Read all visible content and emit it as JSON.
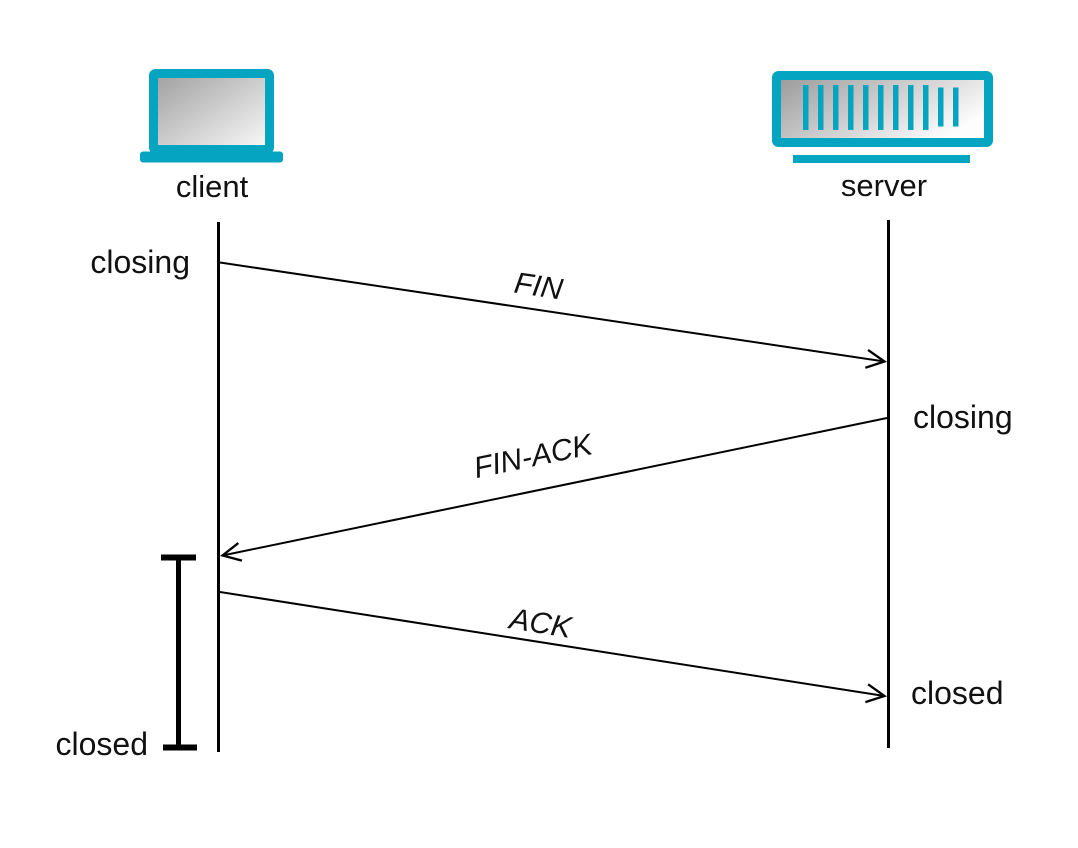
{
  "colors": {
    "accent": "#05a4c0",
    "line": "#000000",
    "text": "#111111",
    "background": "#ffffff"
  },
  "actors": [
    {
      "label": "client",
      "icon": "laptop-icon"
    },
    {
      "label": "server",
      "icon": "server-icon"
    }
  ],
  "states": [
    {
      "label": "closing",
      "actor": "client",
      "side": "left"
    },
    {
      "label": "closing",
      "actor": "server",
      "side": "right"
    },
    {
      "label": "closed",
      "actor": "server",
      "side": "right"
    },
    {
      "label": "closed",
      "actor": "client",
      "side": "left"
    }
  ],
  "messages": [
    {
      "label": "FIN",
      "from": "client",
      "to": "server"
    },
    {
      "label": "FIN-ACK",
      "from": "server",
      "to": "client"
    },
    {
      "label": "ACK",
      "from": "client",
      "to": "server"
    }
  ],
  "timer": {
    "name": "time-wait-bracket",
    "actor": "client"
  }
}
